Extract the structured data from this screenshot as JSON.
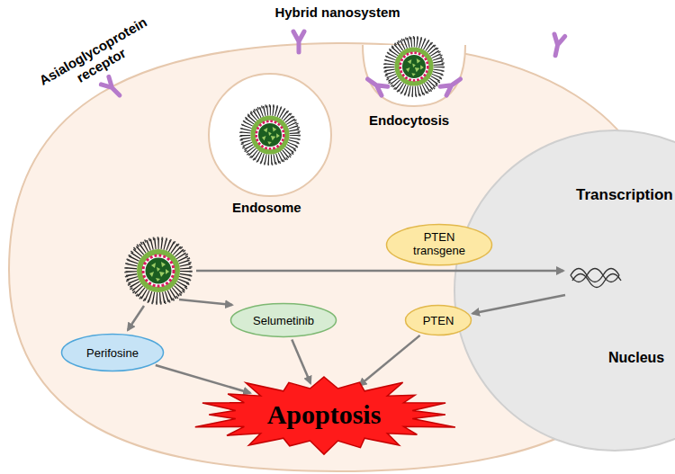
{
  "diagram": {
    "nodes": [
      {
        "text": [
          "Transcription",
          "Nucleus"
        ]
      },
      {
        "text": [
          "PTEN transgene"
        ]
      },
      {
        "text": [
          "Selumetinib"
        ]
      },
      {
        "text": [
          "PTEN"
        ]
      },
      {
        "text": [
          "Perifosine"
        ]
      },
      {
        "text": [
          "Apoptosis"
        ]
      }
    ],
    "edges": [
      {
        "from": 0,
        "to": 3,
        "arrow": "to"
      },
      {
        "from": 4,
        "to": 5,
        "arrow": "to"
      },
      {
        "from": 2,
        "to": 5,
        "arrow": "to"
      },
      {
        "from": 3,
        "to": 5,
        "arrow": "to"
      }
    ],
    "labels": [
      "Hybrid nanosystem",
      "Asialoglycoprotein receptor",
      "Endocytosis",
      "Endosome"
    ]
  }
}
